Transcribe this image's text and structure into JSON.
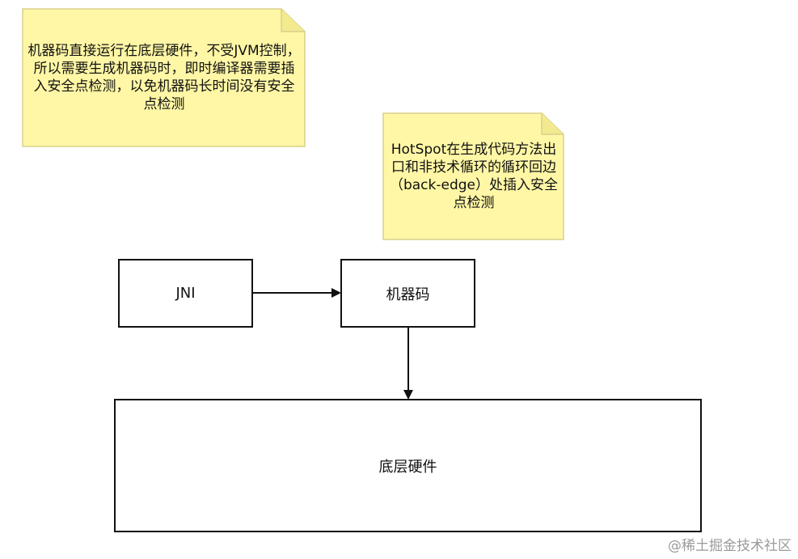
{
  "notes": {
    "note1": "机器码直接运行在底层硬件，不受JVM控制，所以需要生成机器码时，即时编译器需要插入安全点检测，以免机器码长时间没有安全点检测",
    "note2": "HotSpot在生成代码方法出口和非技术循环的循环回边（back-edge）处插入安全点检测"
  },
  "nodes": {
    "jni": "JNI",
    "machine_code": "机器码",
    "hardware": "底层硬件"
  },
  "watermark": "@稀土掘金技术社区",
  "colors": {
    "note_fill": "#fff7a6",
    "note_stroke": "#d8d08a",
    "box_stroke": "#111111",
    "arrow": "#111111"
  }
}
